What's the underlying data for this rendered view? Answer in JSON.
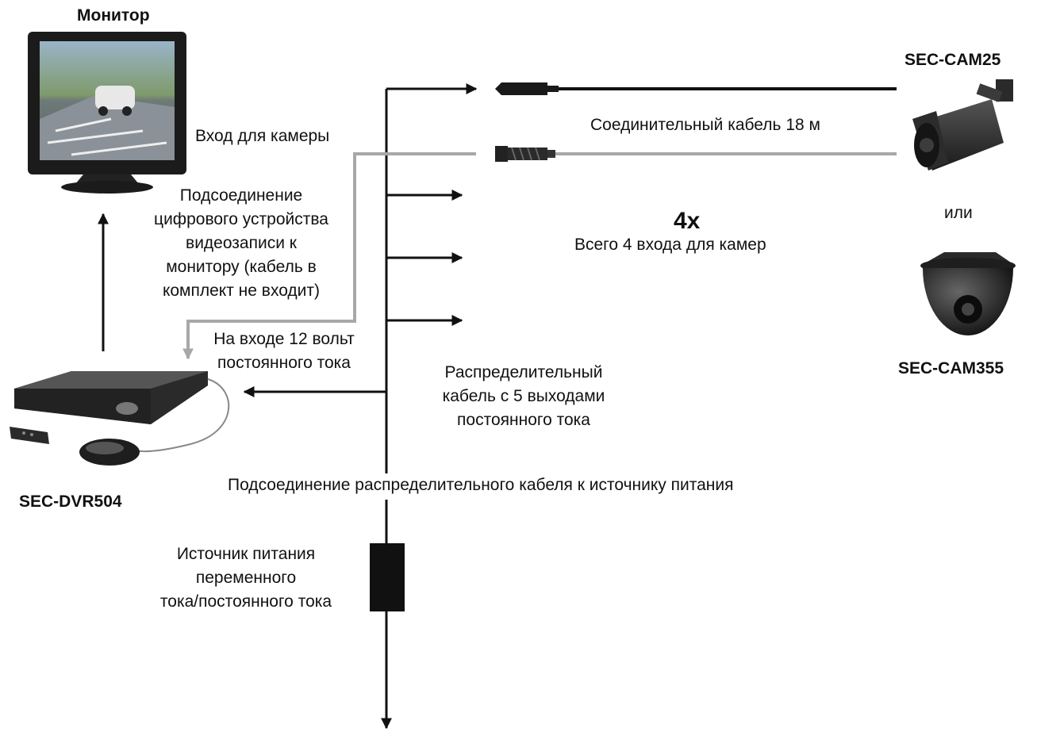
{
  "devices": {
    "monitor": "Монитор",
    "cam_bullet": "SEC-CAM25",
    "cam_dome": "SEC-CAM355",
    "dvr": "SEC-DVR504",
    "or": "или"
  },
  "labels": {
    "camera_input": "Вход для камеры",
    "connect_cable": "Соединительный кабель 18 м",
    "count": "4x",
    "total_inputs": "Всего 4 входа для камер",
    "dvr_to_monitor": [
      "Подсоединение",
      "цифрового устройства",
      "видеозаписи к",
      "монитору (кабель в",
      "комплект не входит)"
    ],
    "dc_input": [
      "На входе 12 вольт",
      "постоянного тока"
    ],
    "distribution_cable": [
      "Распределительный",
      "кабель с 5 выходами",
      "постоянного тока"
    ],
    "psu_connection": "Подсоединение распределительного кабеля к источнику питания",
    "psu": [
      "Источник питания",
      "переменного",
      "тока/постоянного тока"
    ]
  },
  "colors": {
    "line": "#111111",
    "video_line": "#a8a8a8"
  }
}
